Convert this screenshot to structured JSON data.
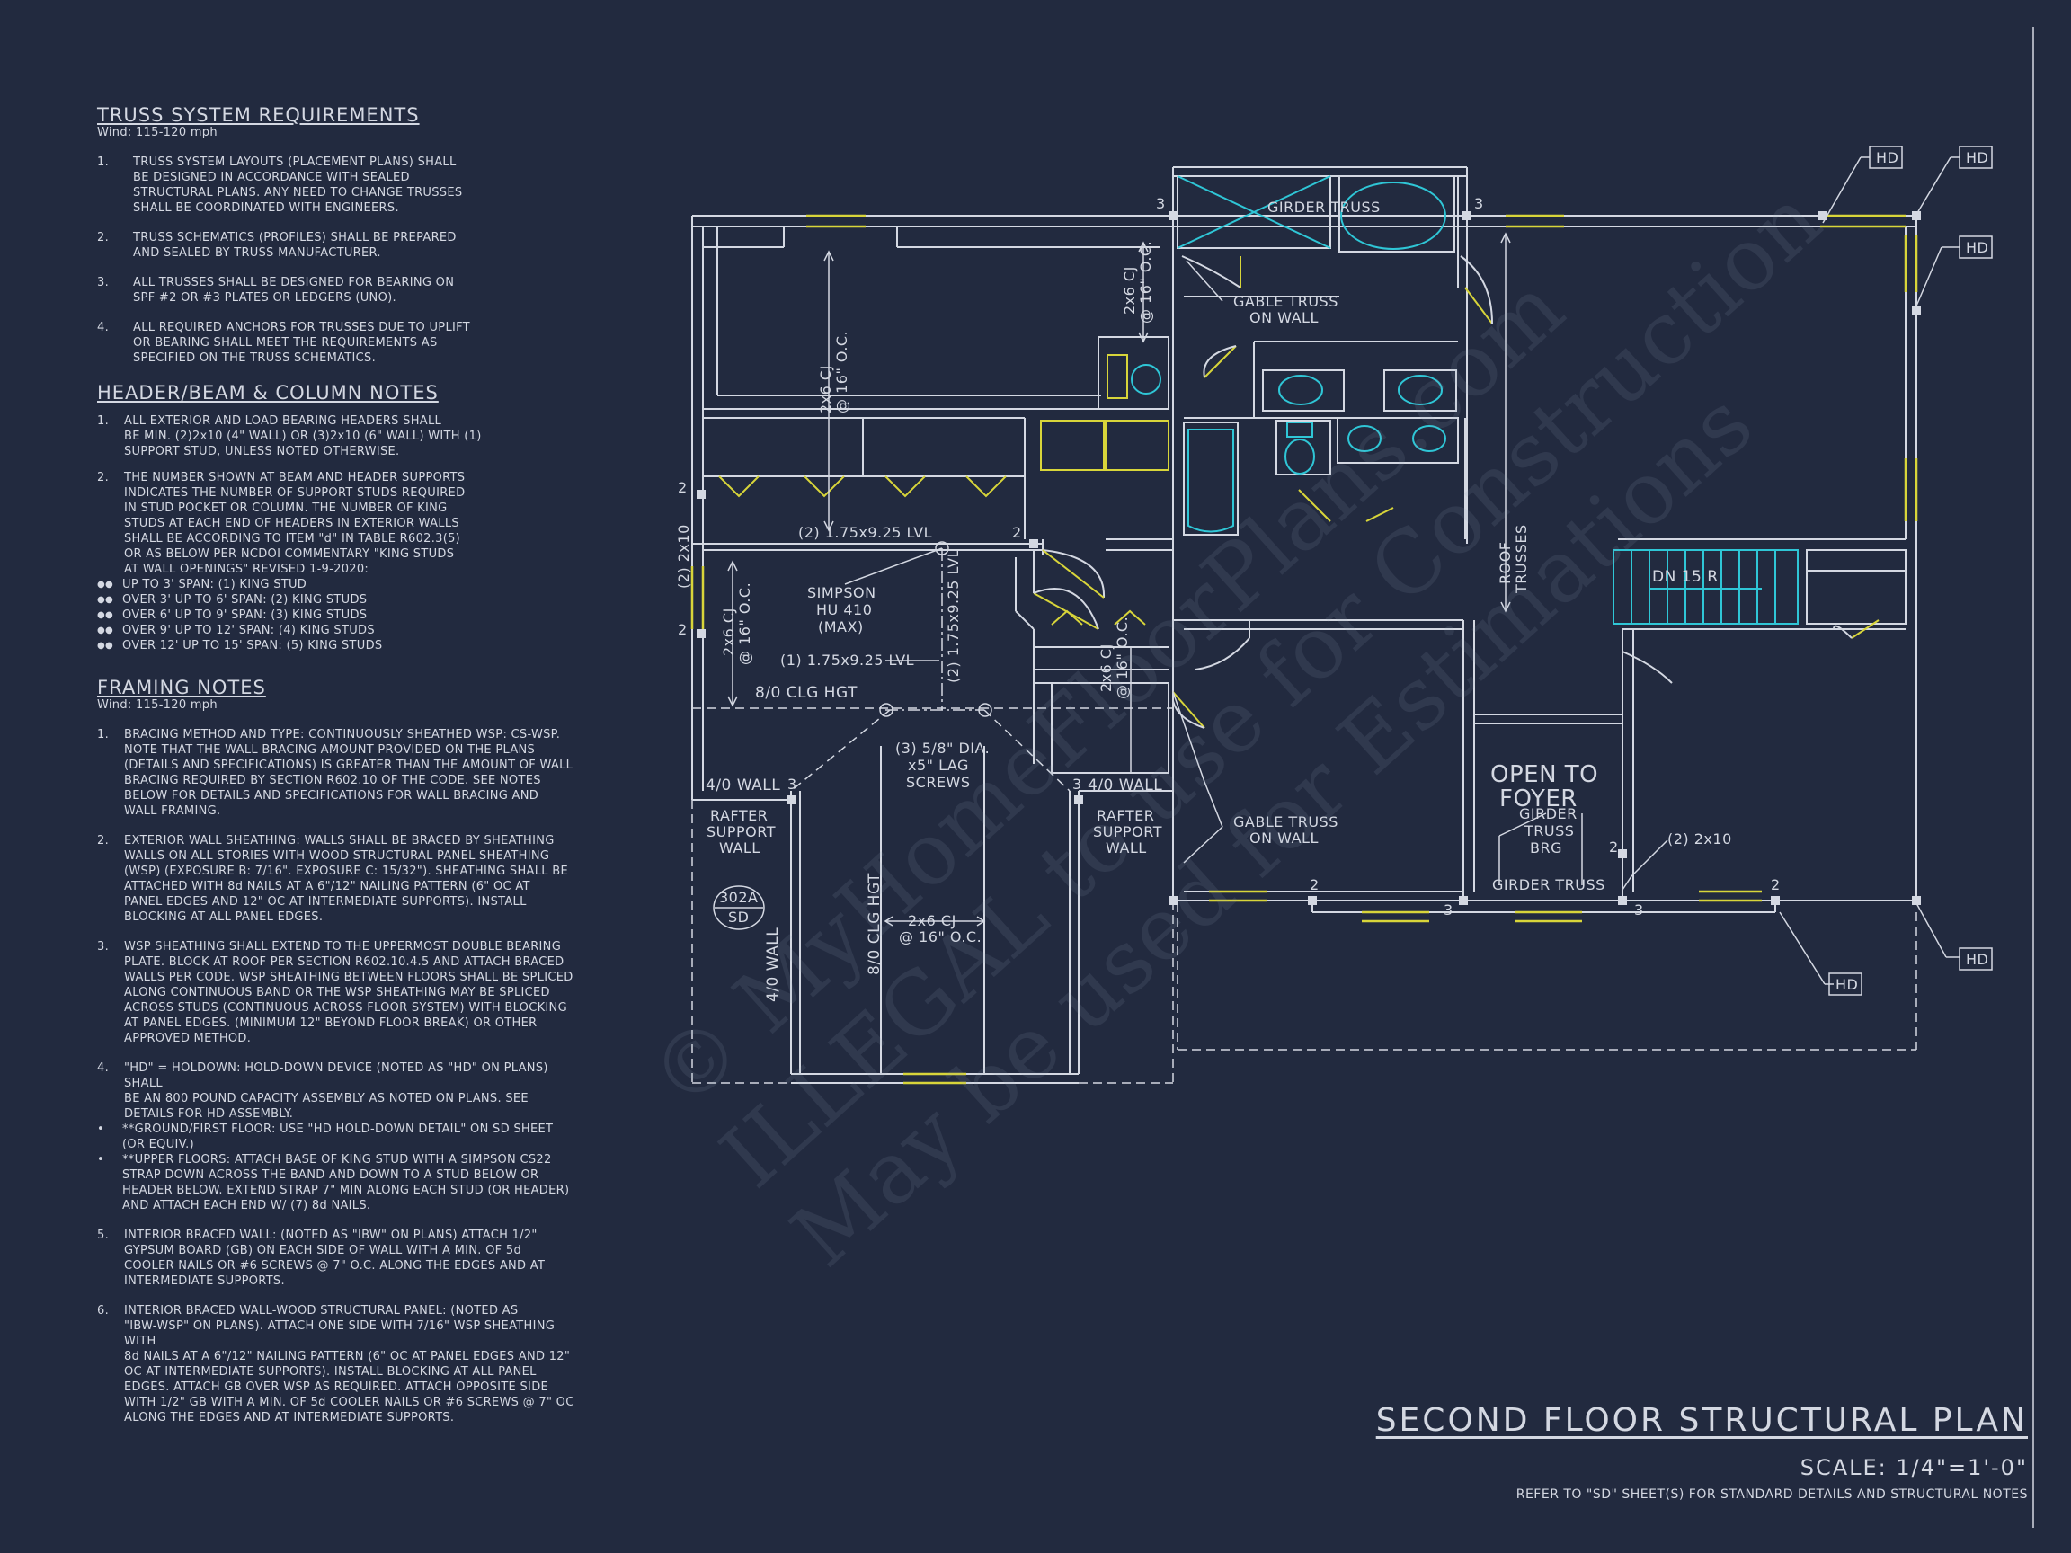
{
  "notes": {
    "truss": {
      "title": "TRUSS SYSTEM REQUIREMENTS",
      "subtitle": "Wind: 115-120 mph",
      "items": [
        {
          "n": "1.",
          "t": "TRUSS SYSTEM LAYOUTS (PLACEMENT PLANS)  SHALL\nBE DESIGNED IN ACCORDANCE WITH SEALED\nSTRUCTURAL PLANS. ANY NEED TO  CHANGE TRUSSES\nSHALL BE COORDINATED  WITH  ENGINEERS."
        },
        {
          "n": "2.",
          "t": "TRUSS SCHEMATICS (PROFILES) SHALL BE  PREPARED\nAND SEALED BY TRUSS  MANUFACTURER."
        },
        {
          "n": "3.",
          "t": "ALL TRUSSES SHALL BE DESIGNED FOR  BEARING ON\nSPF #2 OR #3 PLATES OR LEDGERS  (UNO)."
        },
        {
          "n": "4.",
          "t": "ALL REQUIRED ANCHORS FOR TRUSSES DUE  TO UPLIFT\nOR BEARING SHALL MEET THE  REQUIREMENTS AS\nSPECIFIED ON THE TRUSS  SCHEMATICS."
        }
      ]
    },
    "header": {
      "title": "HEADER/BEAM & COLUMN NOTES",
      "items": [
        {
          "n": "1.",
          "t": "ALL EXTERIOR AND LOAD BEARING HEADERS SHALL\nBE MIN. (2)2x10 (4\" WALL) OR (3)2x10 (6\" WALL) WITH (1)\nSUPPORT STUD, UNLESS NOTED OTHERWISE."
        },
        {
          "n": "2.",
          "t": "THE NUMBER SHOWN AT BEAM AND HEADER SUPPORTS\nINDICATES THE NUMBER OF SUPPORT STUDS REQUIRED\nIN STUD POCKET OR COLUMN. THE NUMBER OF KING\nSTUDS AT EACH END OF HEADERS IN EXTERIOR WALLS\nSHALL BE ACCORDING TO ITEM \"d\" IN TABLE R602.3(5)\nOR AS BELOW PER NCDOI COMMENTARY \"KING STUDS\nAT WALL OPENINGS\" REVISED 1-9-2020:"
        }
      ],
      "bullets": [
        "UP TO 3' SPAN: (1) KING STUD",
        "OVER 3' UP TO 6' SPAN: (2) KING STUDS",
        "OVER 6' UP TO 9' SPAN: (3) KING STUDS",
        "OVER 9' UP TO 12' SPAN: (4) KING STUDS",
        "OVER 12' UP TO 15' SPAN: (5) KING STUDS"
      ]
    },
    "framing": {
      "title": "FRAMING NOTES",
      "subtitle": "Wind: 115-120 mph",
      "items": [
        {
          "n": "1.",
          "t": "BRACING METHOD AND TYPE: CONTINUOUSLY SHEATHED WSP: CS-WSP.\nNOTE THAT THE WALL BRACING AMOUNT PROVIDED ON THE PLANS\n(DETAILS AND SPECIFICATIONS) IS GREATER THAN THE AMOUNT OF WALL\nBRACING REQUIRED BY SECTION R602.10 OF THE CODE. SEE NOTES\nBELOW FOR DETAILS AND SPECIFICATIONS FOR WALL BRACING AND\nWALL FRAMING."
        },
        {
          "n": "2.",
          "t": "EXTERIOR WALL SHEATHING: WALLS SHALL BE BRACED BY SHEATHING\nWALLS ON ALL STORIES WITH WOOD STRUCTURAL PANEL SHEATHING\n(WSP) (EXPOSURE B: 7/16\". EXPOSURE C: 15/32\"). SHEATHING SHALL BE\nATTACHED WITH 8d NAILS AT A 6\"/12\" NAILING PATTERN (6\" OC AT\nPANEL EDGES AND 12\" OC AT INTERMEDIATE SUPPORTS). INSTALL\nBLOCKING AT ALL PANEL EDGES."
        },
        {
          "n": "3.",
          "t": "WSP SHEATHING SHALL EXTEND TO THE UPPERMOST DOUBLE BEARING\nPLATE. BLOCK AT ROOF PER SECTION R602.10.4.5 AND ATTACH BRACED\nWALLS PER CODE. WSP SHEATHING BETWEEN FLOORS SHALL BE SPLICED\nALONG CONTINUOUS BAND OR THE WSP SHEATHING MAY BE SPLICED\nACROSS STUDS (CONTINUOUS ACROSS FLOOR SYSTEM) WITH BLOCKING\nAT PANEL EDGES. (MINIMUM 12\" BEYOND FLOOR BREAK) OR OTHER\nAPPROVED METHOD."
        },
        {
          "n": "4.",
          "t": "\"HD\" = HOLDOWN: HOLD-DOWN DEVICE (NOTED AS \"HD\" ON PLANS) SHALL\nBE AN 800 POUND CAPACITY ASSEMBLY AS NOTED ON PLANS. SEE\nDETAILS FOR HD ASSEMBLY."
        }
      ],
      "sub_bullets": [
        "**GROUND/FIRST FLOOR:  USE \"HD HOLD-DOWN DETAIL\" ON SD SHEET\n(OR EQUIV.)",
        "**UPPER FLOORS: ATTACH BASE OF KING STUD WITH A SIMPSON CS22\nSTRAP DOWN ACROSS THE BAND AND DOWN TO A STUD BELOW OR\nHEADER BELOW.  EXTEND STRAP 7\" MIN ALONG EACH STUD (OR HEADER)\nAND ATTACH EACH END W/ (7) 8d NAILS."
      ],
      "items2": [
        {
          "n": "5.",
          "t": "INTERIOR BRACED WALL: (NOTED AS \"IBW\" ON PLANS) ATTACH 1/2\"\nGYPSUM BOARD (GB) ON EACH SIDE OF WALL WITH A MIN. OF 5d\nCOOLER NAILS OR #6 SCREWS @ 7\" O.C. ALONG THE EDGES AND AT\nINTERMEDIATE SUPPORTS."
        },
        {
          "n": "6.",
          "t": "INTERIOR BRACED WALL-WOOD STRUCTURAL PANEL: (NOTED AS\n\"IBW-WSP\" ON PLANS). ATTACH ONE SIDE WITH 7/16\" WSP SHEATHING WITH\n8d NAILS AT A 6\"/12\" NAILING PATTERN (6\" OC AT PANEL EDGES AND 12\"\nOC AT INTERMEDIATE SUPPORTS). INSTALL BLOCKING AT ALL PANEL\nEDGES. ATTACH GB OVER WSP AS REQUIRED. ATTACH OPPOSITE SIDE\nWITH 1/2\" GB WITH A MIN. OF 5d COOLER NAILS OR #6 SCREWS @ 7\" OC\nALONG THE EDGES AND AT INTERMEDIATE SUPPORTS."
        }
      ]
    }
  },
  "plan": {
    "labels": {
      "girder_truss_top": "GIRDER TRUSS",
      "gable_1a": "GABLE TRUSS",
      "gable_1b": "ON WALL",
      "gable_2a": "GABLE TRUSS",
      "gable_2b": "ON WALL",
      "cj_left_a": "2x6 CJ",
      "cj_left_b": "@ 16\" O.C.",
      "cj_top_a": "2x6 CJ",
      "cj_top_b": "@ 16\" O.C.",
      "cj_mid_a": "2x6 CJ",
      "cj_mid_b": "@ 16\" O.C.",
      "cj_right_a": "2x6 CJ",
      "cj_right_b": "@ 16\" O.C.",
      "lvl_top": "(2) 1.75x9.25 LVL",
      "lvl_vert": "(2) 1.75x9.25 LVL",
      "lvl_single": "(1) 1.75x9.25 LVL",
      "simpson_a": "SIMPSON",
      "simpson_b": "HU 410",
      "simpson_c": "(MAX)",
      "clg_hgt": "8/0 CLG HGT",
      "clg_hgt_vert": "8/0 CLG HGT",
      "left_2x10": "(2) 2x10",
      "lag_a": "(3) 5/8\" DIA.",
      "lag_b": "x5\" LAG",
      "lag_c": "SCREWS",
      "wall_left": "4/0 WALL",
      "wall_right": "4/0 WALL",
      "rafter_l_a": "RAFTER",
      "rafter_l_b": "SUPPORT",
      "rafter_l_c": "WALL",
      "rafter_r_a": "RAFTER",
      "rafter_r_b": "SUPPORT",
      "rafter_r_c": "WALL",
      "section_num": "302A",
      "section_sheet": "SD",
      "wall_vert": "4/0 WALL",
      "cj_bottom": "2x6 CJ",
      "cj_bottom_b": "@ 16\" O.C.",
      "roof_trusses_a": "ROOF",
      "roof_trusses_b": "TRUSSES",
      "stair": "DN 15 R",
      "open_a": "OPEN TO",
      "open_b": "FOYER",
      "girder_brg_a": "GIRDER",
      "girder_brg_b": "TRUSS",
      "girder_brg_c": "BRG",
      "girder_truss_bottom": "GIRDER TRUSS",
      "right_2x10": "(2) 2x10",
      "hd": "HD",
      "n2": "2",
      "n3": "3"
    }
  },
  "titleblock": {
    "title": "SECOND FLOOR STRUCTURAL PLAN",
    "scale": "SCALE: 1/4\"=1'-0\"",
    "note": "REFER TO \"SD\" SHEET(S) FOR STANDARD DETAILS AND STRUCTURAL NOTES"
  },
  "watermark": {
    "line1": "© MyHomeFloorPlans.com",
    "line2": "ILLEGAL to use for Construction",
    "line3": "May be used for Estimations"
  },
  "colors": {
    "background": "#222a3f",
    "line": "#d4d8e2",
    "window": "#d8d53a",
    "fixture": "#2fc6d6"
  }
}
